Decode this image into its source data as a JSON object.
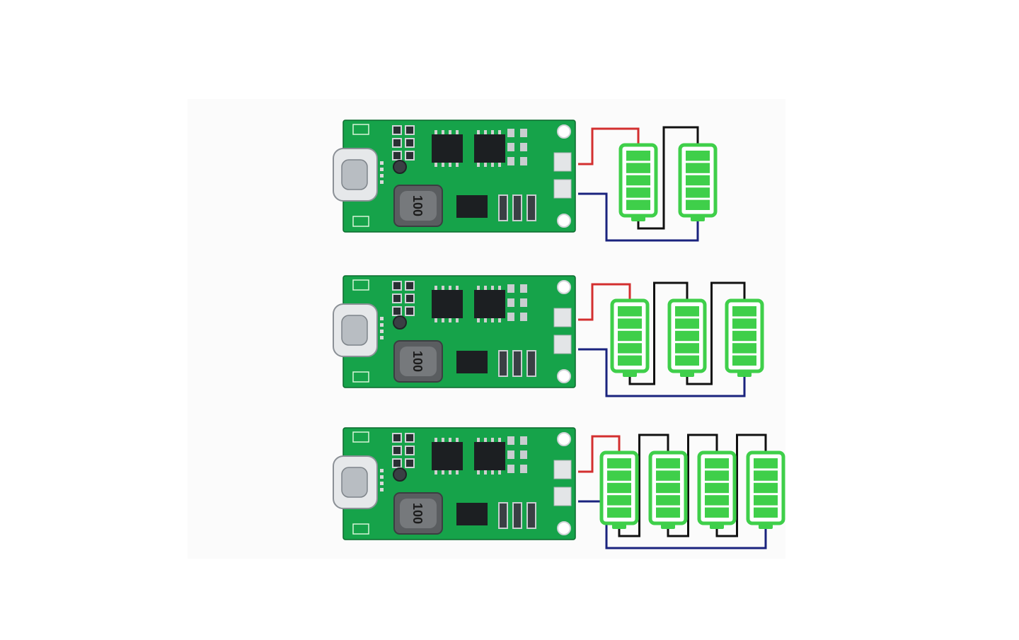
{
  "diagram": {
    "colors": {
      "pcb": "#16a34a",
      "pcb_dark": "#0f8a3a",
      "pcb_edge": "#0b6b2d",
      "battery_fill": "#3fcf4a",
      "battery_edge": "#2db33a",
      "wire_positive": "#d32f2f",
      "wire_negative": "#1a237e",
      "wire_link": "#111111"
    },
    "boards": [
      {
        "inductor_label": "100",
        "battery_count": 2
      },
      {
        "inductor_label": "100",
        "battery_count": 3
      },
      {
        "inductor_label": "100",
        "battery_count": 4
      }
    ]
  }
}
